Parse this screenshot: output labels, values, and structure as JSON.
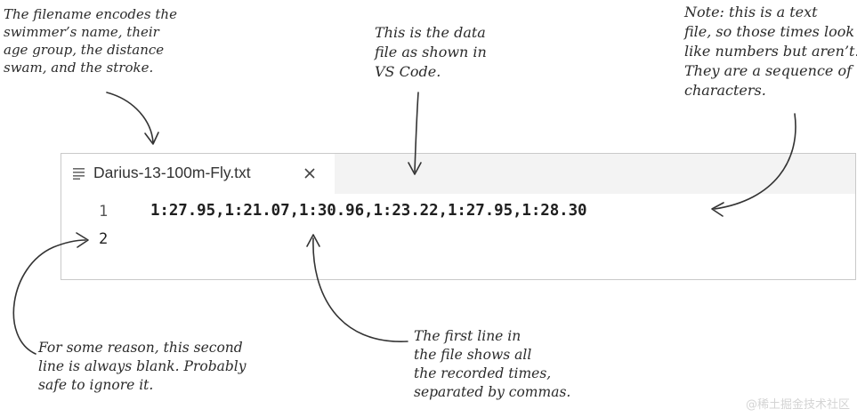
{
  "editor": {
    "tab": {
      "file_icon": "text-file-icon",
      "label": "Darius-13-100m-Fly.txt",
      "close_icon": "close-icon"
    },
    "lines": [
      {
        "number": "1",
        "text": "1:27.95,1:21.07,1:30.96,1:23.22,1:27.95,1:28.30"
      },
      {
        "number": "2",
        "text": ""
      }
    ]
  },
  "annotations": {
    "filename": [
      "The filename encodes the",
      "swimmer’s name, their",
      "age group, the distance",
      "swam, and the stroke."
    ],
    "datafile": [
      "This is the data",
      "file as shown in",
      "VS Code."
    ],
    "textfile": [
      "Note: this is a text",
      "file, so those times look",
      "like numbers but aren’t.",
      "They are a sequence of",
      "characters."
    ],
    "blankline": [
      "For some reason, this second",
      "line is always blank. Probably",
      "safe to ignore it."
    ],
    "firstline": [
      "The first line in",
      "the file shows all",
      "the recorded times,",
      "separated by commas."
    ]
  },
  "watermark": "@稀土掘金技术社区",
  "colors": {
    "tabbar_bg": "#f3f3f3",
    "editor_border": "#c9c9c9",
    "code_text": "#1f1f1f"
  }
}
